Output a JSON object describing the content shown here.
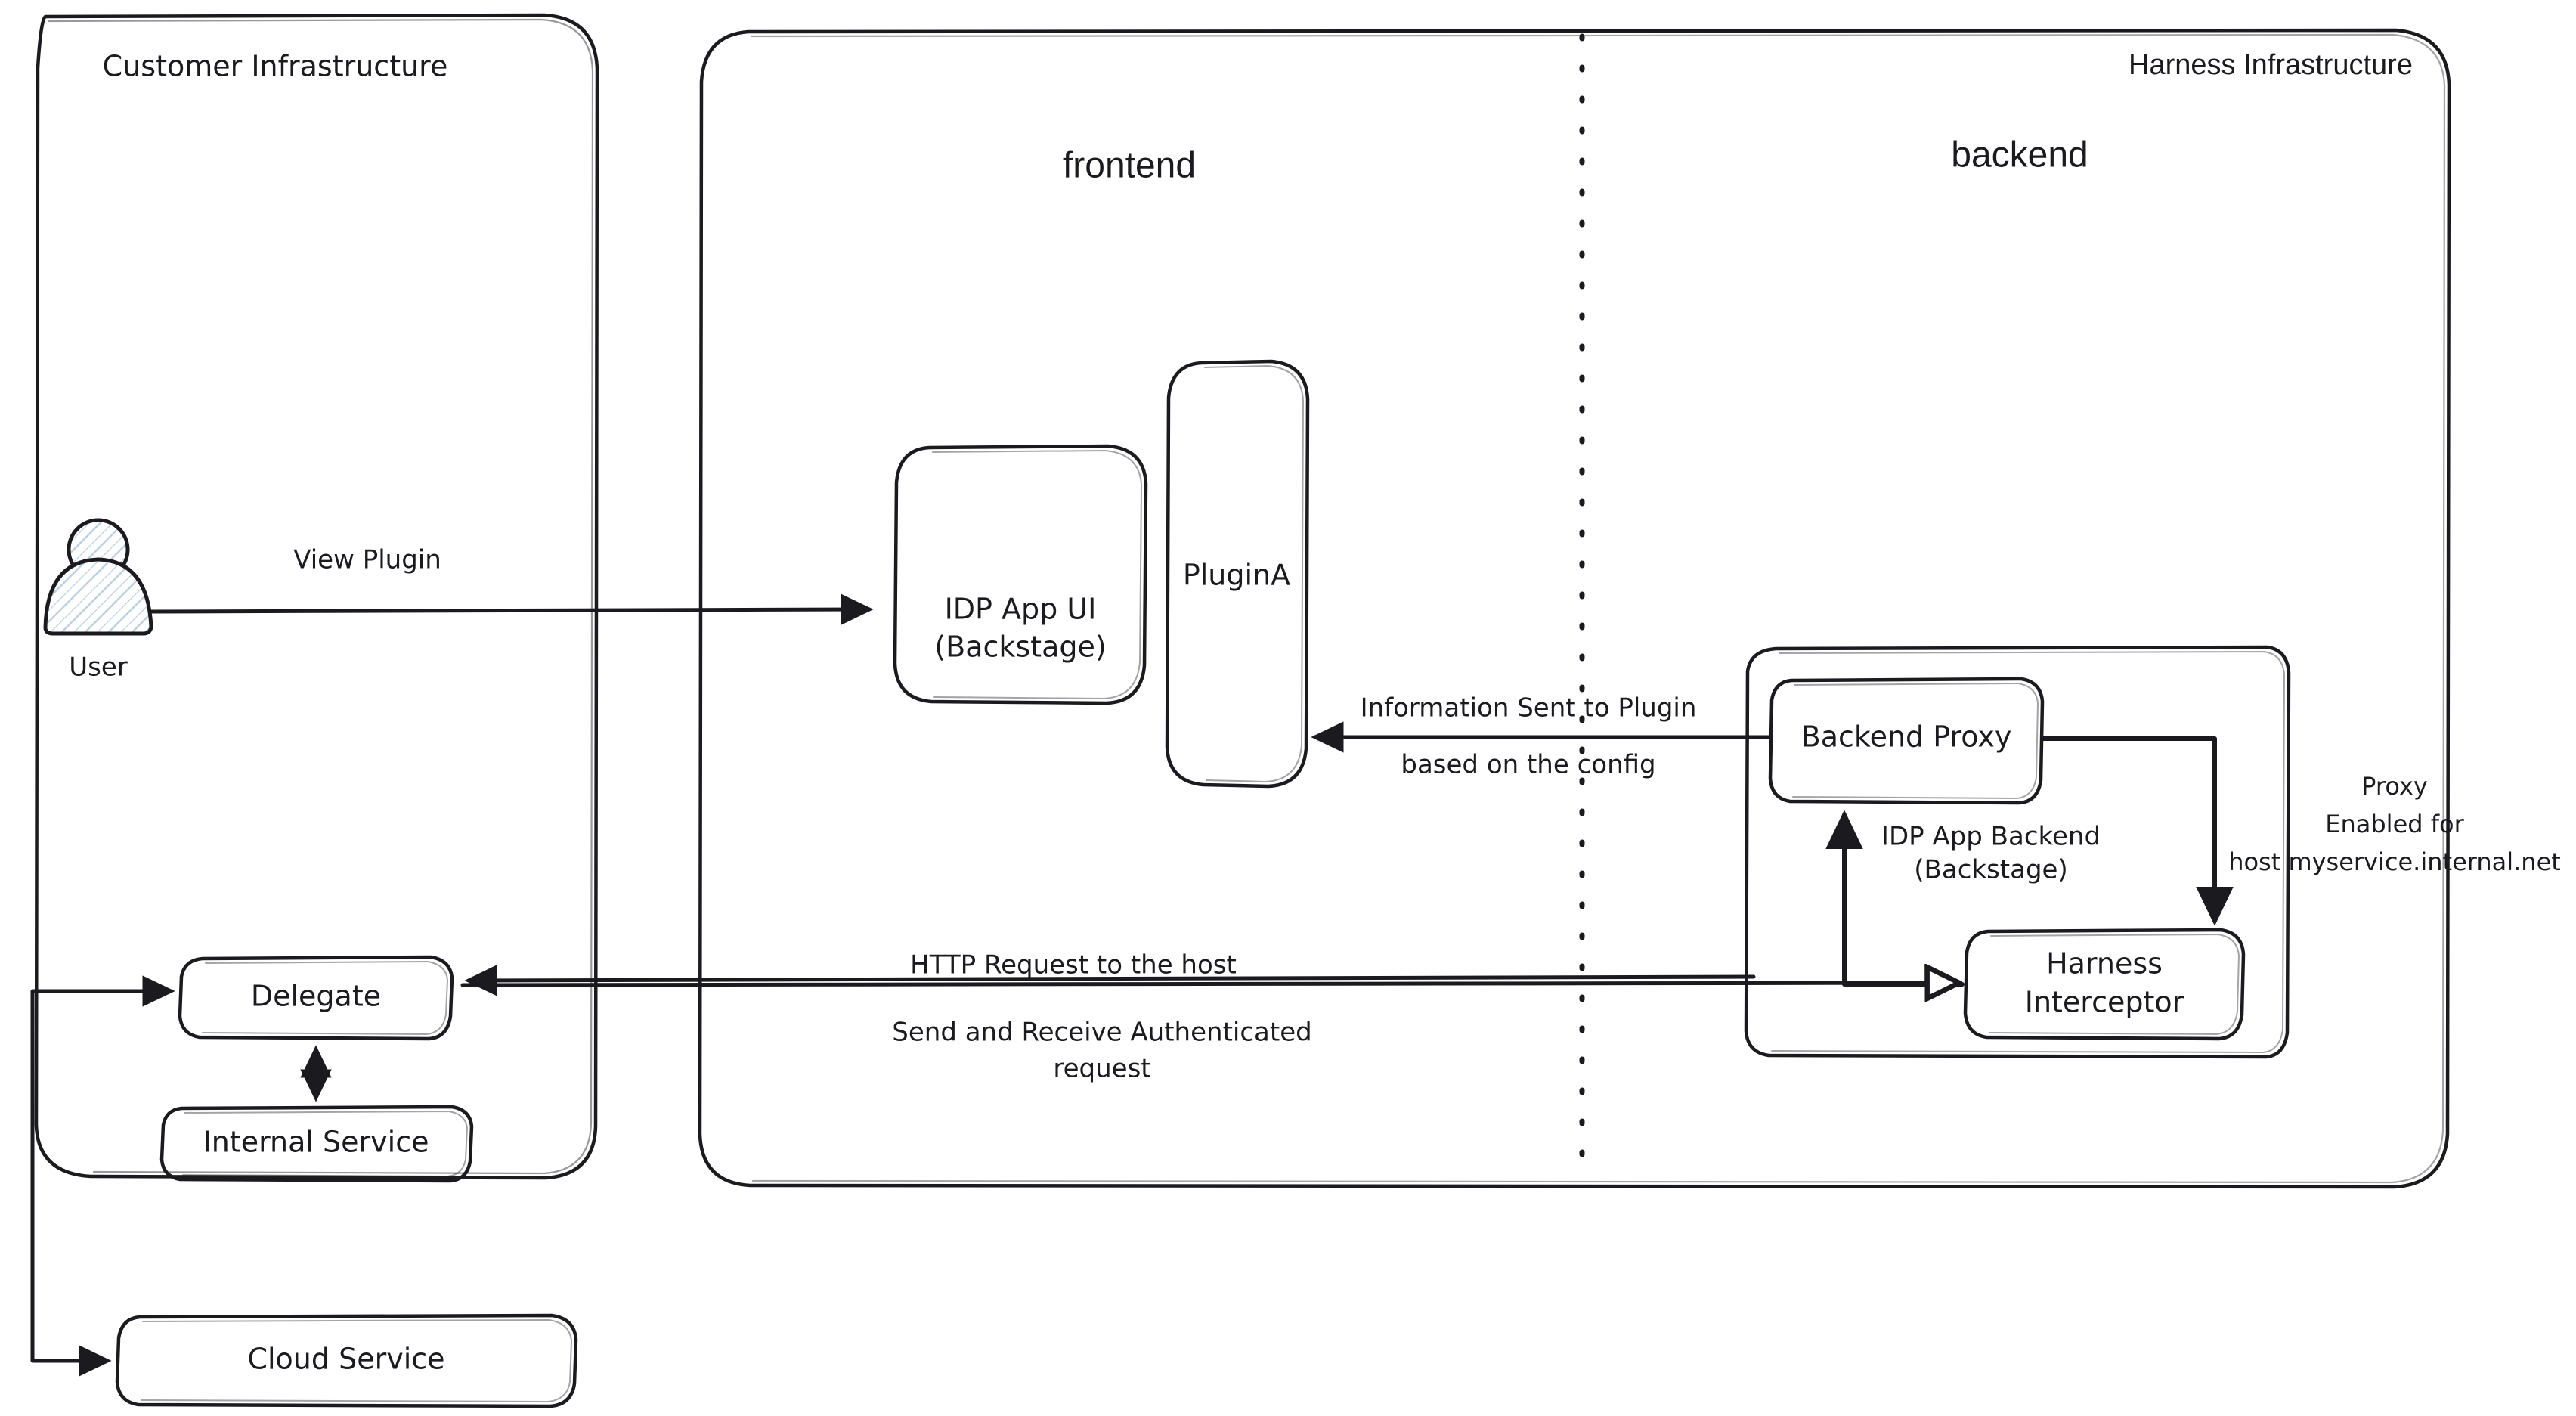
{
  "diagram": {
    "title": "Harness IDP plugin proxy architecture",
    "colors": {
      "stroke": "#1b1b1f",
      "service_fill": "#90d0f8",
      "canvas": "#ffffff"
    },
    "containers": {
      "customer": {
        "label": "Customer Infrastructure"
      },
      "harness": {
        "label": "Harness Infrastructure"
      }
    },
    "sections": {
      "frontend": {
        "label": "frontend"
      },
      "backend": {
        "label": "backend"
      }
    },
    "nodes": {
      "user": {
        "label": "User",
        "icon": "user-actor-icon"
      },
      "idp_app_ui": {
        "line1": "IDP App UI",
        "line2": "(Backstage)"
      },
      "plugin_a": {
        "label": "PluginA"
      },
      "backend_proxy": {
        "label": "Backend Proxy"
      },
      "harness_interceptor": {
        "line1": "Harness",
        "line2": "Interceptor"
      },
      "idp_app_backend": {
        "line1": "IDP App Backend",
        "line2": "(Backstage)"
      },
      "delegate": {
        "label": "Delegate"
      },
      "internal_service": {
        "label": "Internal Service"
      },
      "cloud_service": {
        "label": "Cloud Service"
      }
    },
    "edges": {
      "view_plugin": {
        "label": "View Plugin"
      },
      "information_sent": {
        "line1": "Information Sent to Plugin",
        "line2": "based on the config"
      },
      "http_request": {
        "line1": "HTTP Request to the host",
        "line2": "Send and Receive Authenticated",
        "line3": "request"
      },
      "proxy_enabled": {
        "line1": "Proxy",
        "line2": "Enabled for",
        "line3": "host myservice.internal.net"
      }
    }
  }
}
